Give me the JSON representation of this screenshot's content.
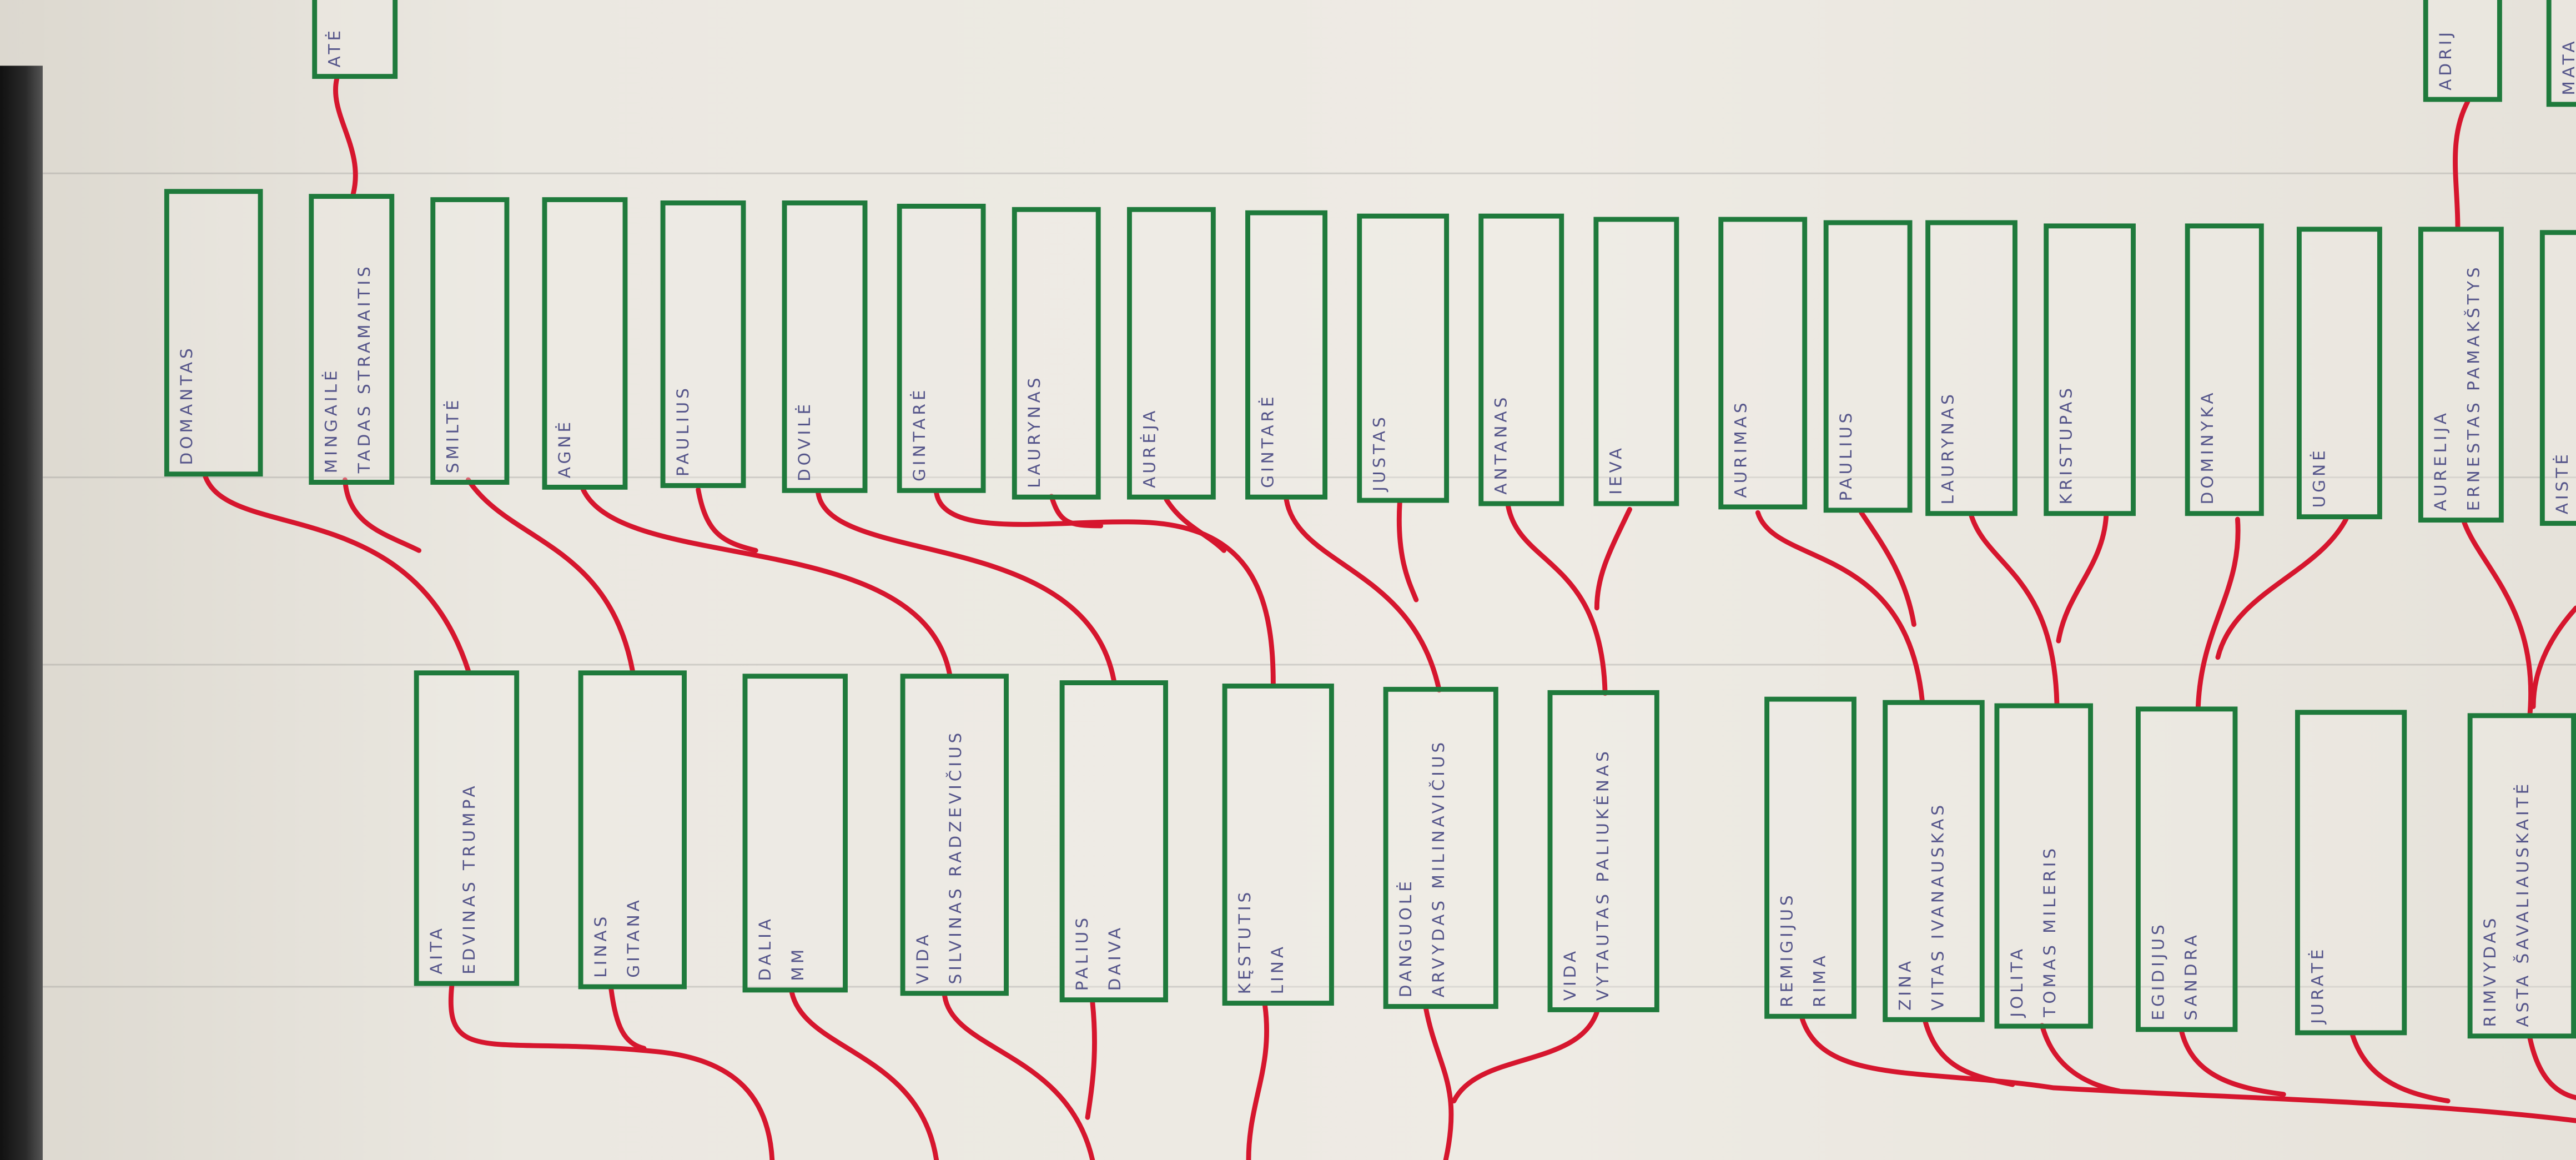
{
  "diagram": {
    "colors": {
      "box_border": "#1f7a3c",
      "link": "#d6162e",
      "text": "#55558a"
    },
    "top_partial": [
      {
        "name": "ATĖ"
      },
      {
        "name": "ADRIJ"
      },
      {
        "name": "MATA"
      }
    ],
    "top_row": [
      {
        "name": "DOMANTAS"
      },
      {
        "name": "MINGAILĖ",
        "spouse": "TADAS STRAMAITIS"
      },
      {
        "name": "SMILTĖ"
      },
      {
        "name": "AGNĖ"
      },
      {
        "name": "PAULIUS"
      },
      {
        "name": "DOVILĖ"
      },
      {
        "name": "GINTARĖ"
      },
      {
        "name": "LAURYNAS"
      },
      {
        "name": "AURĖJA"
      },
      {
        "name": "GINTARĖ"
      },
      {
        "name": "JUSTAS"
      },
      {
        "name": "ANTANAS"
      },
      {
        "name": "IEVA"
      },
      {
        "name": "AURIMAS"
      },
      {
        "name": "PAULIUS"
      },
      {
        "name": "LAURYNAS"
      },
      {
        "name": "KRISTUPAS"
      },
      {
        "name": "DOMINYKA"
      },
      {
        "name": "UGNĖ"
      },
      {
        "name": "AURELIJA",
        "spouse": "ERNESTAS PAMAKŠTYS"
      },
      {
        "name": "AISTĖ"
      }
    ],
    "bottom_row": [
      {
        "name": "AITA",
        "spouse": "EDVINAS TRUMPA"
      },
      {
        "name": "LINAS",
        "spouse": "GITANA"
      },
      {
        "name": "DALIA",
        "spouse": "MM"
      },
      {
        "name": "VIDA",
        "spouse": "SILVINAS RADZEVIČIUS"
      },
      {
        "name": "PALIUS",
        "spouse": "DAIVA"
      },
      {
        "name": "KĘSTUTIS",
        "spouse": "LINA"
      },
      {
        "name": "DANGUOLĖ",
        "spouse": "ARVYDAS MILINAVIČIUS"
      },
      {
        "name": "VIDA",
        "spouse": "VYTAUTAS PALIUKĖNAS"
      },
      {
        "name": "REMIGIJUS",
        "spouse": "RIMA"
      },
      {
        "name": "ZINA",
        "spouse": "VITAS IVANAUSKAS"
      },
      {
        "name": "JOLITA",
        "spouse": "TOMAS MILERIS"
      },
      {
        "name": "EGIDIJUS",
        "spouse": "SANDRA"
      },
      {
        "name": "JURATĖ"
      },
      {
        "name": "RIMVYDAS",
        "spouse": "ASTA ŠAVALIAUSKAITĖ"
      }
    ]
  }
}
